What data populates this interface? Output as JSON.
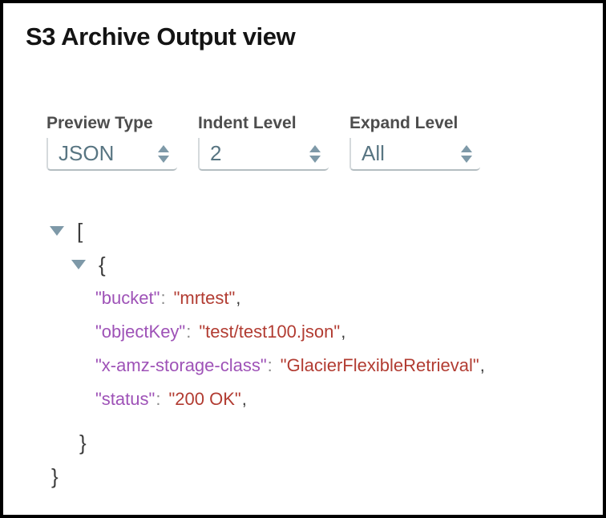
{
  "window": {
    "title": "S3 Archive Output view"
  },
  "controls": [
    {
      "label": "Preview Type",
      "value": "JSON"
    },
    {
      "label": "Indent Level",
      "value": "2"
    },
    {
      "label": "Expand Level",
      "value": "All"
    }
  ],
  "json_tree": {
    "root_open": "[",
    "object_open": "{",
    "entries": [
      {
        "key": "\"bucket\"",
        "separator": ":",
        "value": "\"mrtest\"",
        "delimiter": ","
      },
      {
        "key": "\"objectKey\"",
        "separator": ":",
        "value": "\"test/test100.json\"",
        "delimiter": ","
      },
      {
        "key": "\"x-amz-storage-class\"",
        "separator": ":",
        "value": "\"GlacierFlexibleRetrieval\"",
        "delimiter": ","
      },
      {
        "key": "\"status\"",
        "separator": ":",
        "value": "\"200 OK\"",
        "delimiter": ","
      }
    ],
    "object_close": "}",
    "root_close": "}"
  },
  "icons": {
    "expander": "triangle-down",
    "stepper": "up-down-arrows"
  },
  "colors": {
    "title_text": "#141414",
    "label_text": "#4d4d4d",
    "select_text": "#587582",
    "accent_slate": "#7e99a8",
    "key_color": "#9e52b7",
    "string_color": "#b23c32",
    "punct_color": "#3b3b3b",
    "separator_color": "#8c8c8c",
    "select_border_left": "#d5dadc",
    "select_border_bottom": "#b4bdc1",
    "frame_border": "#000000"
  }
}
